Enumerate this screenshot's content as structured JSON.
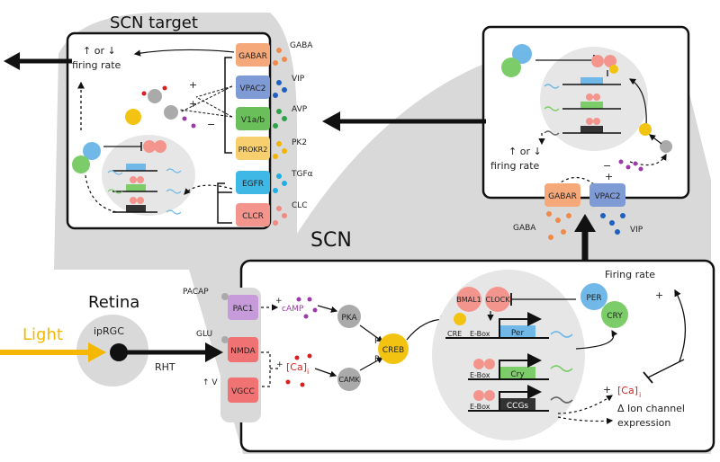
{
  "titles": {
    "scn_target": "SCN target",
    "scn": "SCN",
    "retina": "Retina"
  },
  "inputs": {
    "light": "Light",
    "iprgc": "ipRGC",
    "rht": "RHT"
  },
  "receptors": {
    "gabar": "GABAR",
    "vpac2": "VPAC2",
    "v1ab": "V1a/b",
    "prokr2": "PROKR2",
    "egfr": "EGFR",
    "clcr": "CLCR",
    "pac1": "PAC1",
    "nmda": "NMDA",
    "vgcc": "VGCC"
  },
  "ligands": {
    "gaba": "GABA",
    "vip": "VIP",
    "avp": "AVP",
    "pk2": "PK2",
    "tgfa": "TGFα",
    "clc": "CLC",
    "pacap": "PACAP",
    "glu": "GLU",
    "v": "↑ V"
  },
  "signaling": {
    "camp": "cAMP",
    "ca": "[Ca]",
    "ca_sub": "i",
    "pka": "PKA",
    "camk": "CAMK",
    "creb": "CREB",
    "p": "P"
  },
  "clock": {
    "bmal1": "BMAL1",
    "clock": "CLOCK",
    "cre": "CRE",
    "ebox": "E-Box",
    "per_gene": "Per",
    "cry_gene": "Cry",
    "ccgs": "CCGs",
    "per": "PER",
    "cry": "CRY"
  },
  "outputs": {
    "firing_rate": "Firing rate",
    "firing_up_down": "↑ or ↓",
    "firing_rate_lc": "firing rate",
    "ion_channel_1": "Δ Ion channel",
    "ion_channel_2": "expression",
    "plus": "+",
    "minus": "−"
  },
  "colors": {
    "gabar": "#f5a97a",
    "vpac2": "#7f9bd6",
    "v1ab": "#6bbf5a",
    "prokr2": "#f8cf6e",
    "egfr": "#3fb8e6",
    "clcr": "#f4958d",
    "pac1": "#c79bd9",
    "nmda": "#f07272",
    "vgcc": "#f07272",
    "creb": "#f2c310",
    "per": "#6fb8e8",
    "cry": "#7ccd6a",
    "light": "#f5b800",
    "red_text": "#d62020",
    "camp_text": "#9b3aa8"
  }
}
